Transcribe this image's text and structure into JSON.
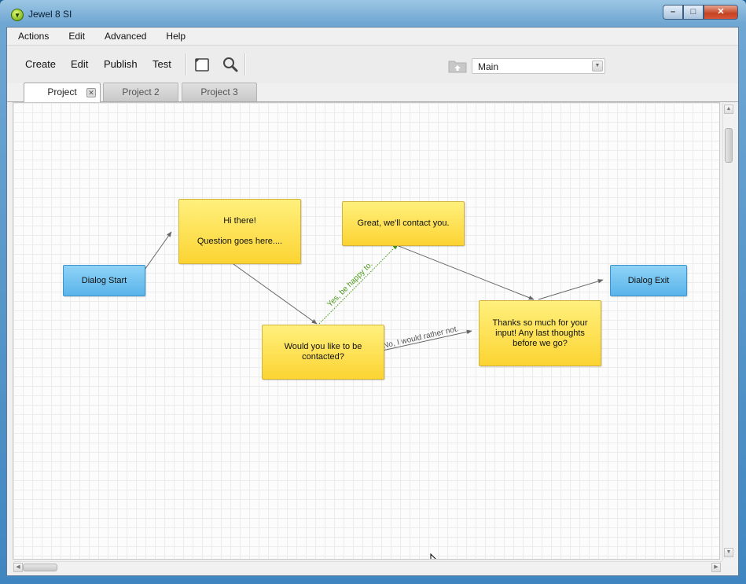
{
  "window": {
    "title": "Jewel 8 SI"
  },
  "menu": {
    "items": [
      "Actions",
      "Edit",
      "Advanced",
      "Help"
    ]
  },
  "toolbar": {
    "create": "Create",
    "edit": "Edit",
    "publish": "Publish",
    "test": "Test",
    "scope_value": "Main"
  },
  "tabs": [
    "Project",
    "Project 2",
    "Project 3"
  ],
  "nodes": {
    "start": "Dialog Start",
    "question": "Hi there!\n\nQuestion goes here....",
    "great": "Great, we'll contact you.",
    "contact": "Would you like to be\ncontacted?",
    "thanks": "Thanks so much for your\ninput!  Any last thoughts\nbefore we go?",
    "exit": "Dialog Exit"
  },
  "edges": {
    "yes_label": "Yes, be happy to.",
    "no_label": "No, I would rather not."
  },
  "colors": {
    "yes_edge": "#4a9a1a",
    "edge": "#666666"
  }
}
